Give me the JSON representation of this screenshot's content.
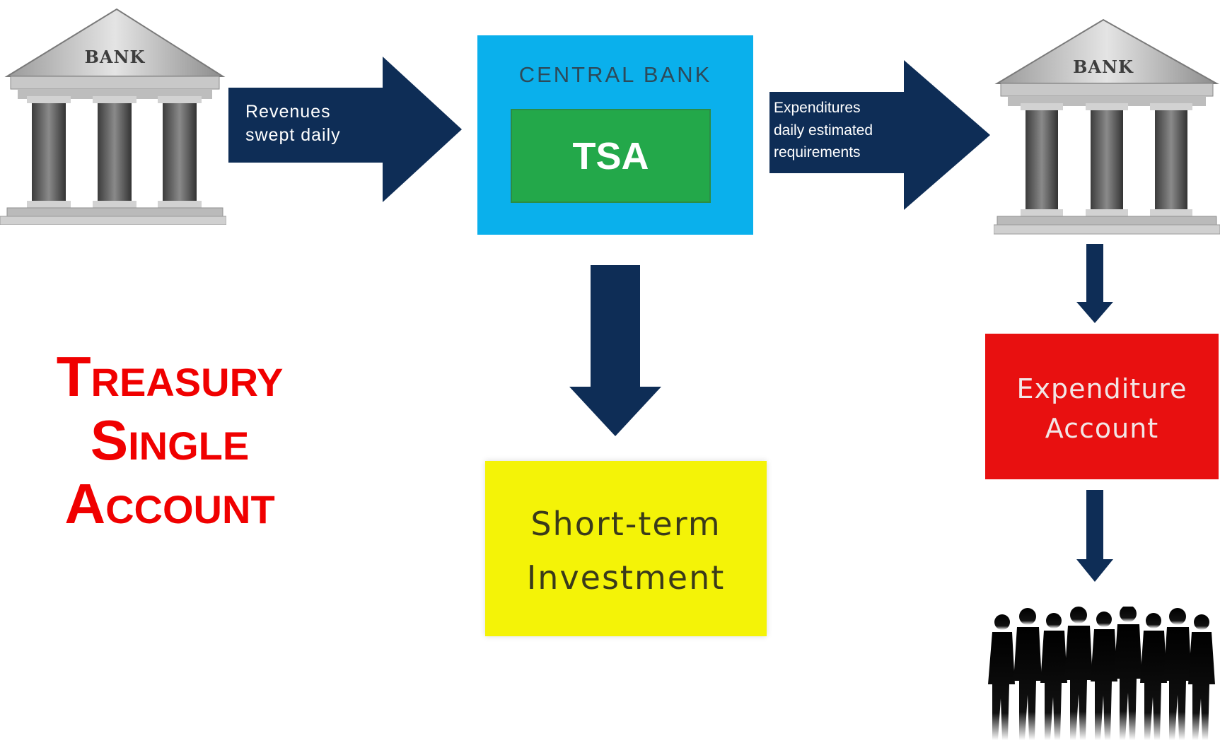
{
  "bank_left": {
    "label": "BANK"
  },
  "bank_right": {
    "label": "BANK"
  },
  "arrow_revenues": {
    "line1": "Revenues",
    "line2": "swept daily"
  },
  "central_bank": {
    "title": "CENTRAL BANK",
    "tsa_label": "TSA"
  },
  "arrow_expenditures": {
    "line1": "Expenditures",
    "line2": "daily estimated",
    "line3": "requirements"
  },
  "investment": {
    "line1": "Short-term",
    "line2": "Investment"
  },
  "expenditure_account": {
    "line1": "Expenditure",
    "line2": "Account"
  },
  "title": {
    "line1": "Treasury",
    "line2": "Single",
    "line3": "Account"
  },
  "colors": {
    "arrow": "#0e2d56",
    "central_bank": "#0ab0ec",
    "tsa": "#23a84a",
    "investment": "#f4f307",
    "expenditure": "#e81010",
    "title": "#f00000"
  }
}
